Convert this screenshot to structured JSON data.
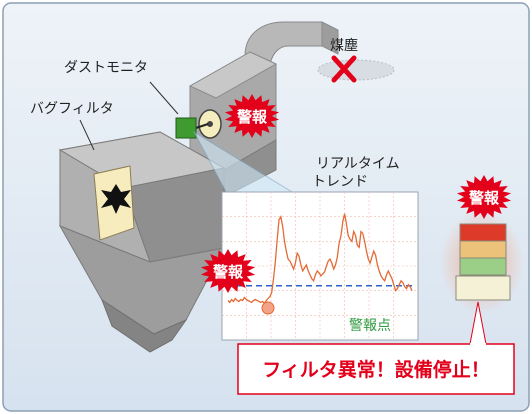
{
  "labels": {
    "dust_monitor": "ダストモニタ",
    "bag_filter": "バグフィルタ",
    "soot": "煤塵",
    "realtime_trend_line1": "リアルタイム",
    "realtime_trend_line2": "トレンド",
    "alarm_point": "警報点"
  },
  "alarms": {
    "near_monitor": "警報",
    "near_chart": "警報",
    "near_tower": "警報"
  },
  "message": "フィルタ異常！設備停止！",
  "trend_series": [
    30,
    28,
    31,
    29,
    32,
    30,
    29,
    31,
    30,
    33,
    31,
    30,
    29,
    28,
    30,
    31,
    30,
    29,
    28,
    29,
    27,
    30,
    32,
    34,
    38,
    52,
    70,
    92,
    112,
    115,
    105,
    90,
    80,
    72,
    70,
    66,
    62,
    68,
    78,
    75,
    66,
    60,
    63,
    66,
    60,
    56,
    52,
    50,
    56,
    60,
    58,
    55,
    57,
    59,
    65,
    70,
    72,
    68,
    62,
    66,
    74,
    88,
    96,
    110,
    118,
    108,
    96,
    92,
    90,
    100,
    96,
    86,
    84,
    100,
    98,
    90,
    80,
    72,
    68,
    74,
    80,
    76,
    66,
    60,
    55,
    52,
    50,
    56,
    60,
    56,
    52,
    46,
    40,
    42,
    46,
    50,
    48,
    44,
    42,
    46,
    44,
    40
  ],
  "alarm_threshold": 45,
  "tower_lamps": [
    "#de3a29",
    "#ecc27a",
    "#9bcf88",
    "#f3efcf"
  ],
  "colors": {
    "panel_bg_top": "#eef3f8",
    "panel_bg_bottom": "#d4e1ef",
    "border": "#8c9fb4",
    "alarm_red": "#e3001b",
    "monitor_green": "#3f9a2f",
    "trend_line": "#e46a35",
    "threshold_line": "#2f62c8"
  }
}
